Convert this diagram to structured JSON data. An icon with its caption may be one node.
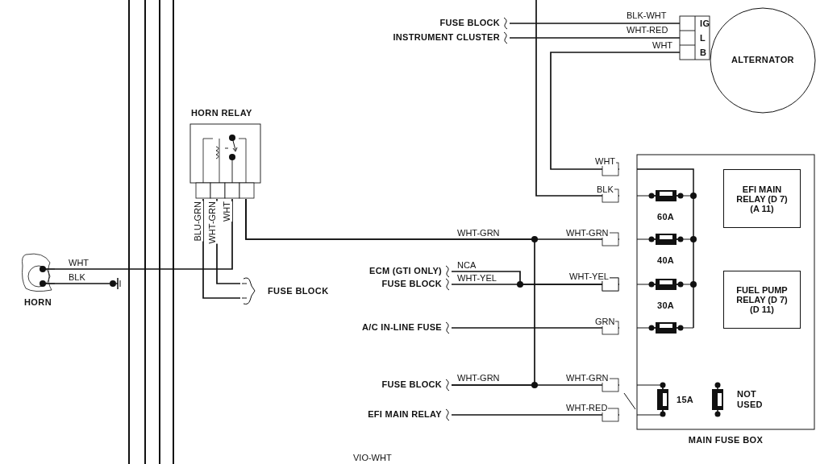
{
  "diagram": {
    "nodes": [
      {
        "text": [
          "HORN"
        ]
      },
      {
        "text": [
          "HORN RELAY"
        ]
      },
      {
        "text": [
          "FUSE BLOCK"
        ]
      },
      {
        "text": [
          "FUSE BLOCK"
        ]
      },
      {
        "text": [
          "INSTRUMENT CLUSTER"
        ]
      },
      {
        "text": [
          "ALTERNATOR"
        ],
        "beside": [
          "IG",
          "L",
          "B"
        ]
      },
      {
        "text": [
          "MAIN FUSE BOX"
        ]
      },
      {
        "text": [
          "EFI MAIN RELAY (D 7) (A 11)"
        ],
        "in": 6
      },
      {
        "text": [
          "FUEL PUMP RELAY (D 7) (D 11)"
        ],
        "in": 6
      },
      {
        "text": [
          "ECM (GTI ONLY)"
        ]
      },
      {
        "text": [
          "FUSE BLOCK"
        ]
      },
      {
        "text": [
          "A/C IN-LINE FUSE"
        ]
      },
      {
        "text": [
          "FUSE BLOCK"
        ]
      },
      {
        "text": [
          "EFI MAIN RELAY"
        ]
      },
      {
        "text": [],
        "shape": "ground"
      }
    ],
    "edges": [
      {
        "from": 0,
        "to": 1,
        "arrow": "none",
        "label": "WHT"
      },
      {
        "from": 0,
        "to": 14,
        "arrow": "none",
        "label": "BLK"
      },
      {
        "from": 1,
        "to": 2,
        "arrow": "none",
        "label": "BLU-GRN"
      },
      {
        "from": 1,
        "to": 2,
        "arrow": "none",
        "label": "WHT-GRN"
      },
      {
        "from": 1,
        "to": 6,
        "arrow": "other",
        "label": "WHT-GRN"
      },
      {
        "from": 1,
        "to": 12,
        "arrow": "none"
      },
      {
        "from": 3,
        "to": 5,
        "arrow": "none",
        "label": "BLK-WHT"
      },
      {
        "from": 4,
        "to": 5,
        "arrow": "none",
        "label": "WHT-RED"
      },
      {
        "from": 5,
        "to": 6,
        "arrow": "other",
        "label": "WHT"
      },
      {
        "from": null,
        "to": 6,
        "arrow": "other",
        "label": "BLK"
      },
      {
        "from": 9,
        "to": 6,
        "arrow": "other",
        "label": "NCA"
      },
      {
        "from": 10,
        "to": 6,
        "arrow": "other",
        "label": "WHT-YEL"
      },
      {
        "from": 11,
        "to": 6,
        "arrow": "other",
        "label": "GRN"
      },
      {
        "from": 12,
        "to": 6,
        "arrow": "other",
        "label": "WHT-GRN"
      },
      {
        "from": 13,
        "to": 6,
        "arrow": "other",
        "label": "WHT-RED"
      }
    ],
    "labels": [
      "WHT",
      "60A",
      "WHT-GRN",
      "WHT",
      "40A",
      "WHT-YEL",
      "30A",
      "WHT-GRN",
      "15A",
      "NOT USED",
      "VIO-WHT"
    ]
  }
}
